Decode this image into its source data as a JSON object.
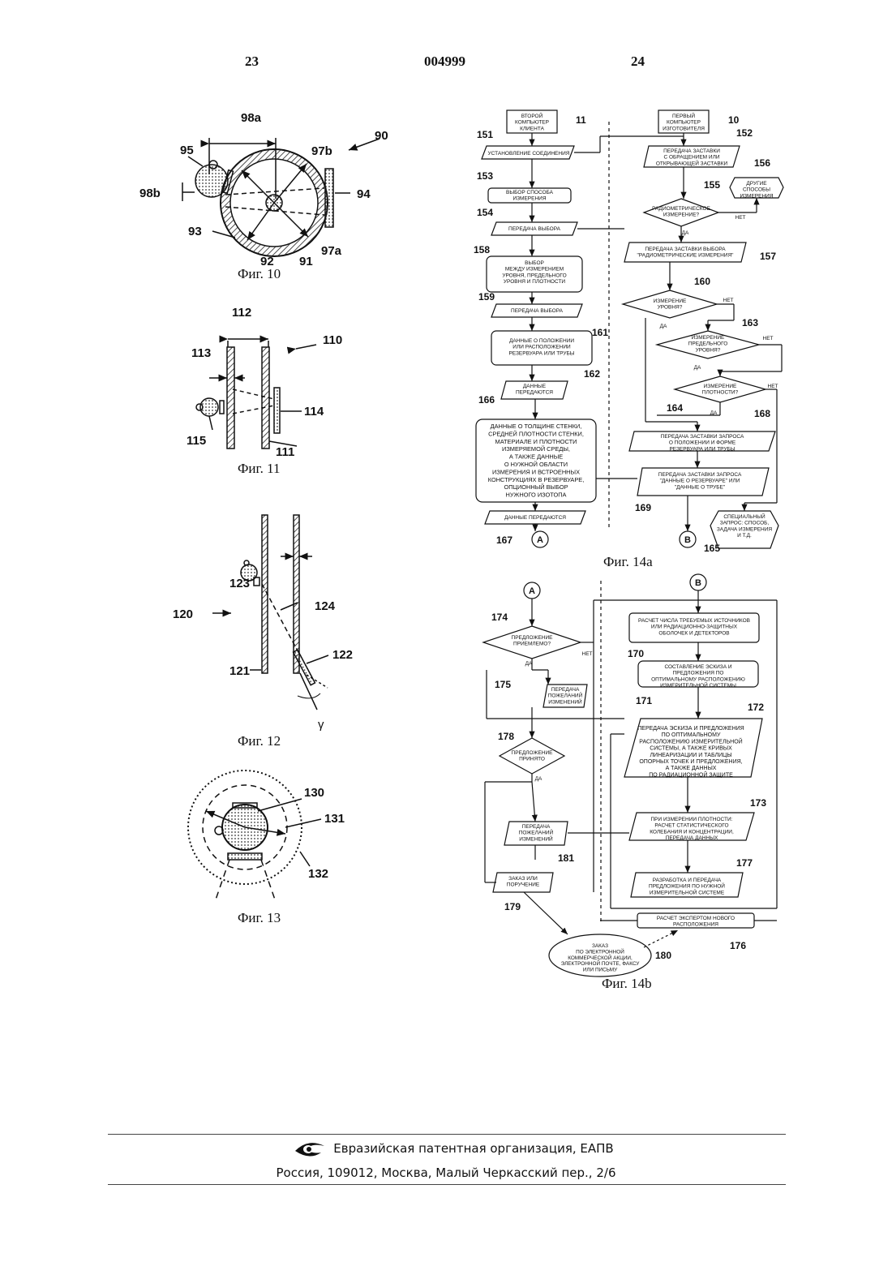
{
  "header": {
    "page_left": "23",
    "doc_number": "004999",
    "page_right": "24"
  },
  "fig10": {
    "caption": "Фиг. 10",
    "l90": "90",
    "l95": "95",
    "l98a": "98a",
    "l98b": "98b",
    "l97b": "97b",
    "l97a": "97a",
    "l94": "94",
    "l93": "93",
    "l92": "92",
    "l91": "91"
  },
  "fig11": {
    "caption": "Фиг. 11",
    "l112": "112",
    "l110": "110",
    "l113": "113",
    "l114": "114",
    "l115": "115",
    "l111": "111"
  },
  "fig12": {
    "caption": "Фиг. 12",
    "l123": "123",
    "l120": "120",
    "l124": "124",
    "l121": "121",
    "l122": "122",
    "lg": "γ"
  },
  "fig13": {
    "caption": "Фиг. 13",
    "l130": "130",
    "l131": "131",
    "l132": "132"
  },
  "fig14a": {
    "caption": "Фиг. 14a",
    "n11": "11",
    "b11": [
      "ВТОРОЙ",
      "КОМПЬЮТЕР",
      "КЛИЕНТА"
    ],
    "n10": "10",
    "b10": [
      "ПЕРВЫЙ",
      "КОМПЬЮТЕР",
      "ИЗГОТОВИТЕЛЯ"
    ],
    "n151": "151",
    "b151": [
      "УСТАНОВЛЕНИЕ СОЕДИНЕНИЯ"
    ],
    "n152": "152",
    "b152": [
      "ПЕРЕДАЧА ЗАСТАВКИ",
      "С ОБРАЩЕНИЕМ ИЛИ",
      "ОТКРЫВАЮЩЕЙ ЗАСТАВКИ"
    ],
    "n156": "156",
    "b156": [
      "ДРУГИЕ",
      "СПОСОБЫ",
      "ИЗМЕРЕНИЯ"
    ],
    "n153": "153",
    "b153": [
      "ВЫБОР СПОСОБА",
      "ИЗМЕРЕНИЯ"
    ],
    "n155": "155",
    "b155": [
      "РАДИОМЕТРИЧЕСКОЕ",
      "ИЗМЕРЕНИЕ?"
    ],
    "n154": "154",
    "b154": [
      "ПЕРЕДАЧА ВЫБОРА"
    ],
    "n157": "157",
    "b157": [
      "ПЕРЕДАЧА ЗАСТАВКИ ВЫБОРА",
      "\"РАДИОМЕТРИЧЕСКИЕ ИЗМЕРЕНИЯ\""
    ],
    "n158": "158",
    "b158": [
      "ВЫБОР",
      "МЕЖДУ ИЗМЕРЕНИЕМ",
      "УРОВНЯ, ПРЕДЕЛЬНОГО",
      "УРОВНЯ И ПЛОТНОСТИ"
    ],
    "n160": "160",
    "b160": [
      "ИЗМЕРЕНИЕ",
      "УРОВНЯ?"
    ],
    "n159": "159",
    "b159": [
      "ПЕРЕДАЧА ВЫБОРА"
    ],
    "n161": "161",
    "b161": [
      "ДАННЫЕ О ПОЛОЖЕНИИ",
      "ИЛИ РАСПОЛОЖЕНИИ",
      "РЕЗЕРВУАРА ИЛИ ТРУБЫ"
    ],
    "n163": "163",
    "b163": [
      "ИЗМЕРЕНИЕ",
      "ПРЕДЕЛЬНОГО",
      "УРОВНЯ?"
    ],
    "n162": "162",
    "b162": [
      "ДАННЫЕ",
      "ПЕРЕДАЮТСЯ"
    ],
    "b164d": [
      "ИЗМЕРЕНИЕ",
      "ПЛОТНОСТИ?"
    ],
    "n166": "166",
    "b166": [
      "ДАННЫЕ О ТОЛЩИНЕ СТЕНКИ,",
      "СРЕДНЕЙ ПЛОТНОСТИ СТЕНКИ,",
      "МАТЕРИАЛЕ И ПЛОТНОСТИ",
      "ИЗМЕРЯЕМОЙ СРЕДЫ,",
      "А ТАКЖЕ ДАННЫЕ",
      "О НУЖНОЙ ОБЛАСТИ",
      "ИЗМЕРЕНИЯ И ВСТРОЕННЫХ",
      "КОНСТРУКЦИЯХ В РЕЗЕРВУАРЕ,",
      "ОПЦИОННЫЙ ВЫБОР",
      "НУЖНОГО ИЗОТОПА"
    ],
    "n164": "164",
    "n168": "168",
    "b168": [
      "ПЕРЕДАЧА ЗАСТАВКИ ЗАПРОСА",
      "О ПОЛОЖЕНИИ И ФОРМЕ",
      "РЕЗЕРВУАРА ИЛИ ТРУБЫ"
    ],
    "b169": [
      "ПЕРЕДАЧА ЗАСТАВКИ ЗАПРОСА",
      "\"ДАННЫЕ О РЕЗЕРВУАРЕ\" ИЛИ",
      "\"ДАННЫЕ О ТРУБЕ\""
    ],
    "n169": "169",
    "b167": [
      "ДАННЫЕ ПЕРЕДАЮТСЯ"
    ],
    "n167": "167",
    "b165": [
      "СПЕЦИАЛЬНЫЙ",
      "ЗАПРОС: СПОСОБ,",
      "ЗАДАЧА ИЗМЕРЕНИЯ",
      "И Т.Д."
    ],
    "n165": "165",
    "conA": "A",
    "conB": "B",
    "yes": "ДА",
    "no": "НЕТ"
  },
  "fig14b": {
    "caption": "Фиг. 14b",
    "conA": "A",
    "conB": "B",
    "n174": "174",
    "b174": [
      "ПРЕДЛОЖЕНИЕ",
      "ПРИЕМЛЕМО?"
    ],
    "b170": [
      "РАСЧЕТ ЧИСЛА ТРЕБУЕМЫХ ИСТОЧНИКОВ",
      "ИЛИ РАДИАЦИОННО-ЗАЩИТНЫХ",
      "ОБОЛОЧЕК И ДЕТЕКТОРОВ"
    ],
    "n170": "170",
    "n175": "175",
    "b175": [
      "ПЕРЕДАЧА",
      "ПОЖЕЛАНИЙ",
      "ИЗМЕНЕНИЙ"
    ],
    "b171": [
      "СОСТАВЛЕНИЕ ЭСКИЗА И",
      "ПРЕДЛОЖЕНИЯ ПО",
      "ОПТИМАЛЬНОМУ РАСПОЛОЖЕНИЮ",
      "ИЗМЕРИТЕЛЬНОЙ СИСТЕМЫ"
    ],
    "n171": "171",
    "n172": "172",
    "b172": [
      "ПЕРЕДАЧА ЭСКИЗА И ПРЕДЛОЖЕНИЯ",
      "ПО ОПТИМАЛЬНОМУ",
      "РАСПОЛОЖЕНИЮ ИЗМЕРИТЕЛЬНОЙ",
      "СИСТЕМЫ, А ТАКЖЕ КРИВЫХ",
      "ЛИНЕАРИЗАЦИИ И ТАБЛИЦЫ",
      "ОПОРНЫХ ТОЧЕК И ПРЕДЛОЖЕНИЯ,",
      "А ТАКЖЕ ДАННЫХ",
      "ПО РАДИАЦИОННОЙ ЗАЩИТЕ"
    ],
    "n178": "178",
    "b178": [
      "ПРЕДЛОЖЕНИЕ",
      "ПРИНЯТО"
    ],
    "n173": "173",
    "b173": [
      "ПРИ ИЗМЕРЕНИИ ПЛОТНОСТИ:",
      "РАСЧЕТ СТАТИСТИЧЕСКОГО",
      "КОЛЕБАНИЯ И КОНЦЕНТРАЦИИ,",
      "ПЕРЕДАЧА ДАННЫХ"
    ],
    "b181": [
      "ПЕРЕДАЧА",
      "ПОЖЕЛАНИЙ",
      "ИЗМЕНЕНИЙ"
    ],
    "n181": "181",
    "n177": "177",
    "b177": [
      "РАЗРАБОТКА И ПЕРЕДАЧА",
      "ПРЕДЛОЖЕНИЯ ПО НУЖНОЙ",
      "ИЗМЕРИТЕЛЬНОЙ СИСТЕМЕ"
    ],
    "b179": [
      "ЗАКАЗ ИЛИ",
      "ПОРУЧЕНИЕ"
    ],
    "n179": "179",
    "b176": [
      "РАСЧЕТ ЭКСПЕРТОМ НОВОГО",
      "РАСПОЛОЖЕНИЯ"
    ],
    "n176": "176",
    "b180": [
      "ЗАКАЗ",
      "ПО ЭЛЕКТРОННОЙ",
      "КОММЕРЧЕСКОЙ АКЦИИ,",
      "ЭЛЕКТРОННОЙ ПОЧТЕ, ФАКСУ",
      "ИЛИ ПИСЬМУ"
    ],
    "n180": "180",
    "yes": "ДА",
    "no": "НЕТ"
  },
  "footer": {
    "org": "Евразийская патентная организация, ЕАПВ",
    "address": "Россия, 109012, Москва, Малый Черкасский пер., 2/6"
  }
}
